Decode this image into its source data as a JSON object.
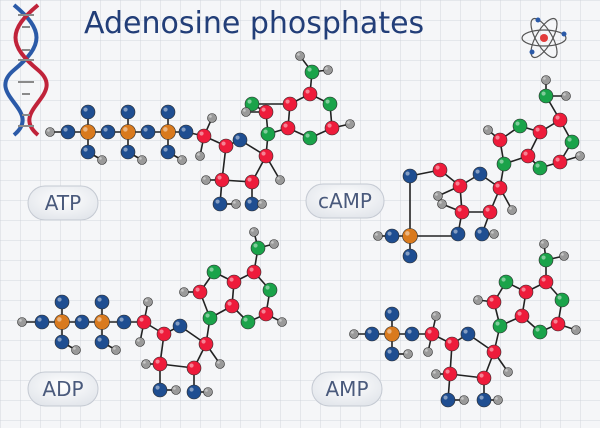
{
  "title": "Adenosine phosphates",
  "labels": {
    "atp": "ATP",
    "camp": "cAMP",
    "adp": "ADP",
    "amp": "AMP"
  },
  "icons": [
    "dna-helix-icon",
    "atom-icon"
  ],
  "colors": {
    "background": "#f5f6f8",
    "grid": "#c9ced6",
    "title": "#223e78",
    "bond": "#222222",
    "hydrogen": "#9a9a9a",
    "carbon": "#ee1c3b",
    "oxygen": "#1f4e91",
    "nitrogen": "#1aa34a",
    "phosphorus": "#d97a1e",
    "pill_text": "#4a5a7c"
  }
}
